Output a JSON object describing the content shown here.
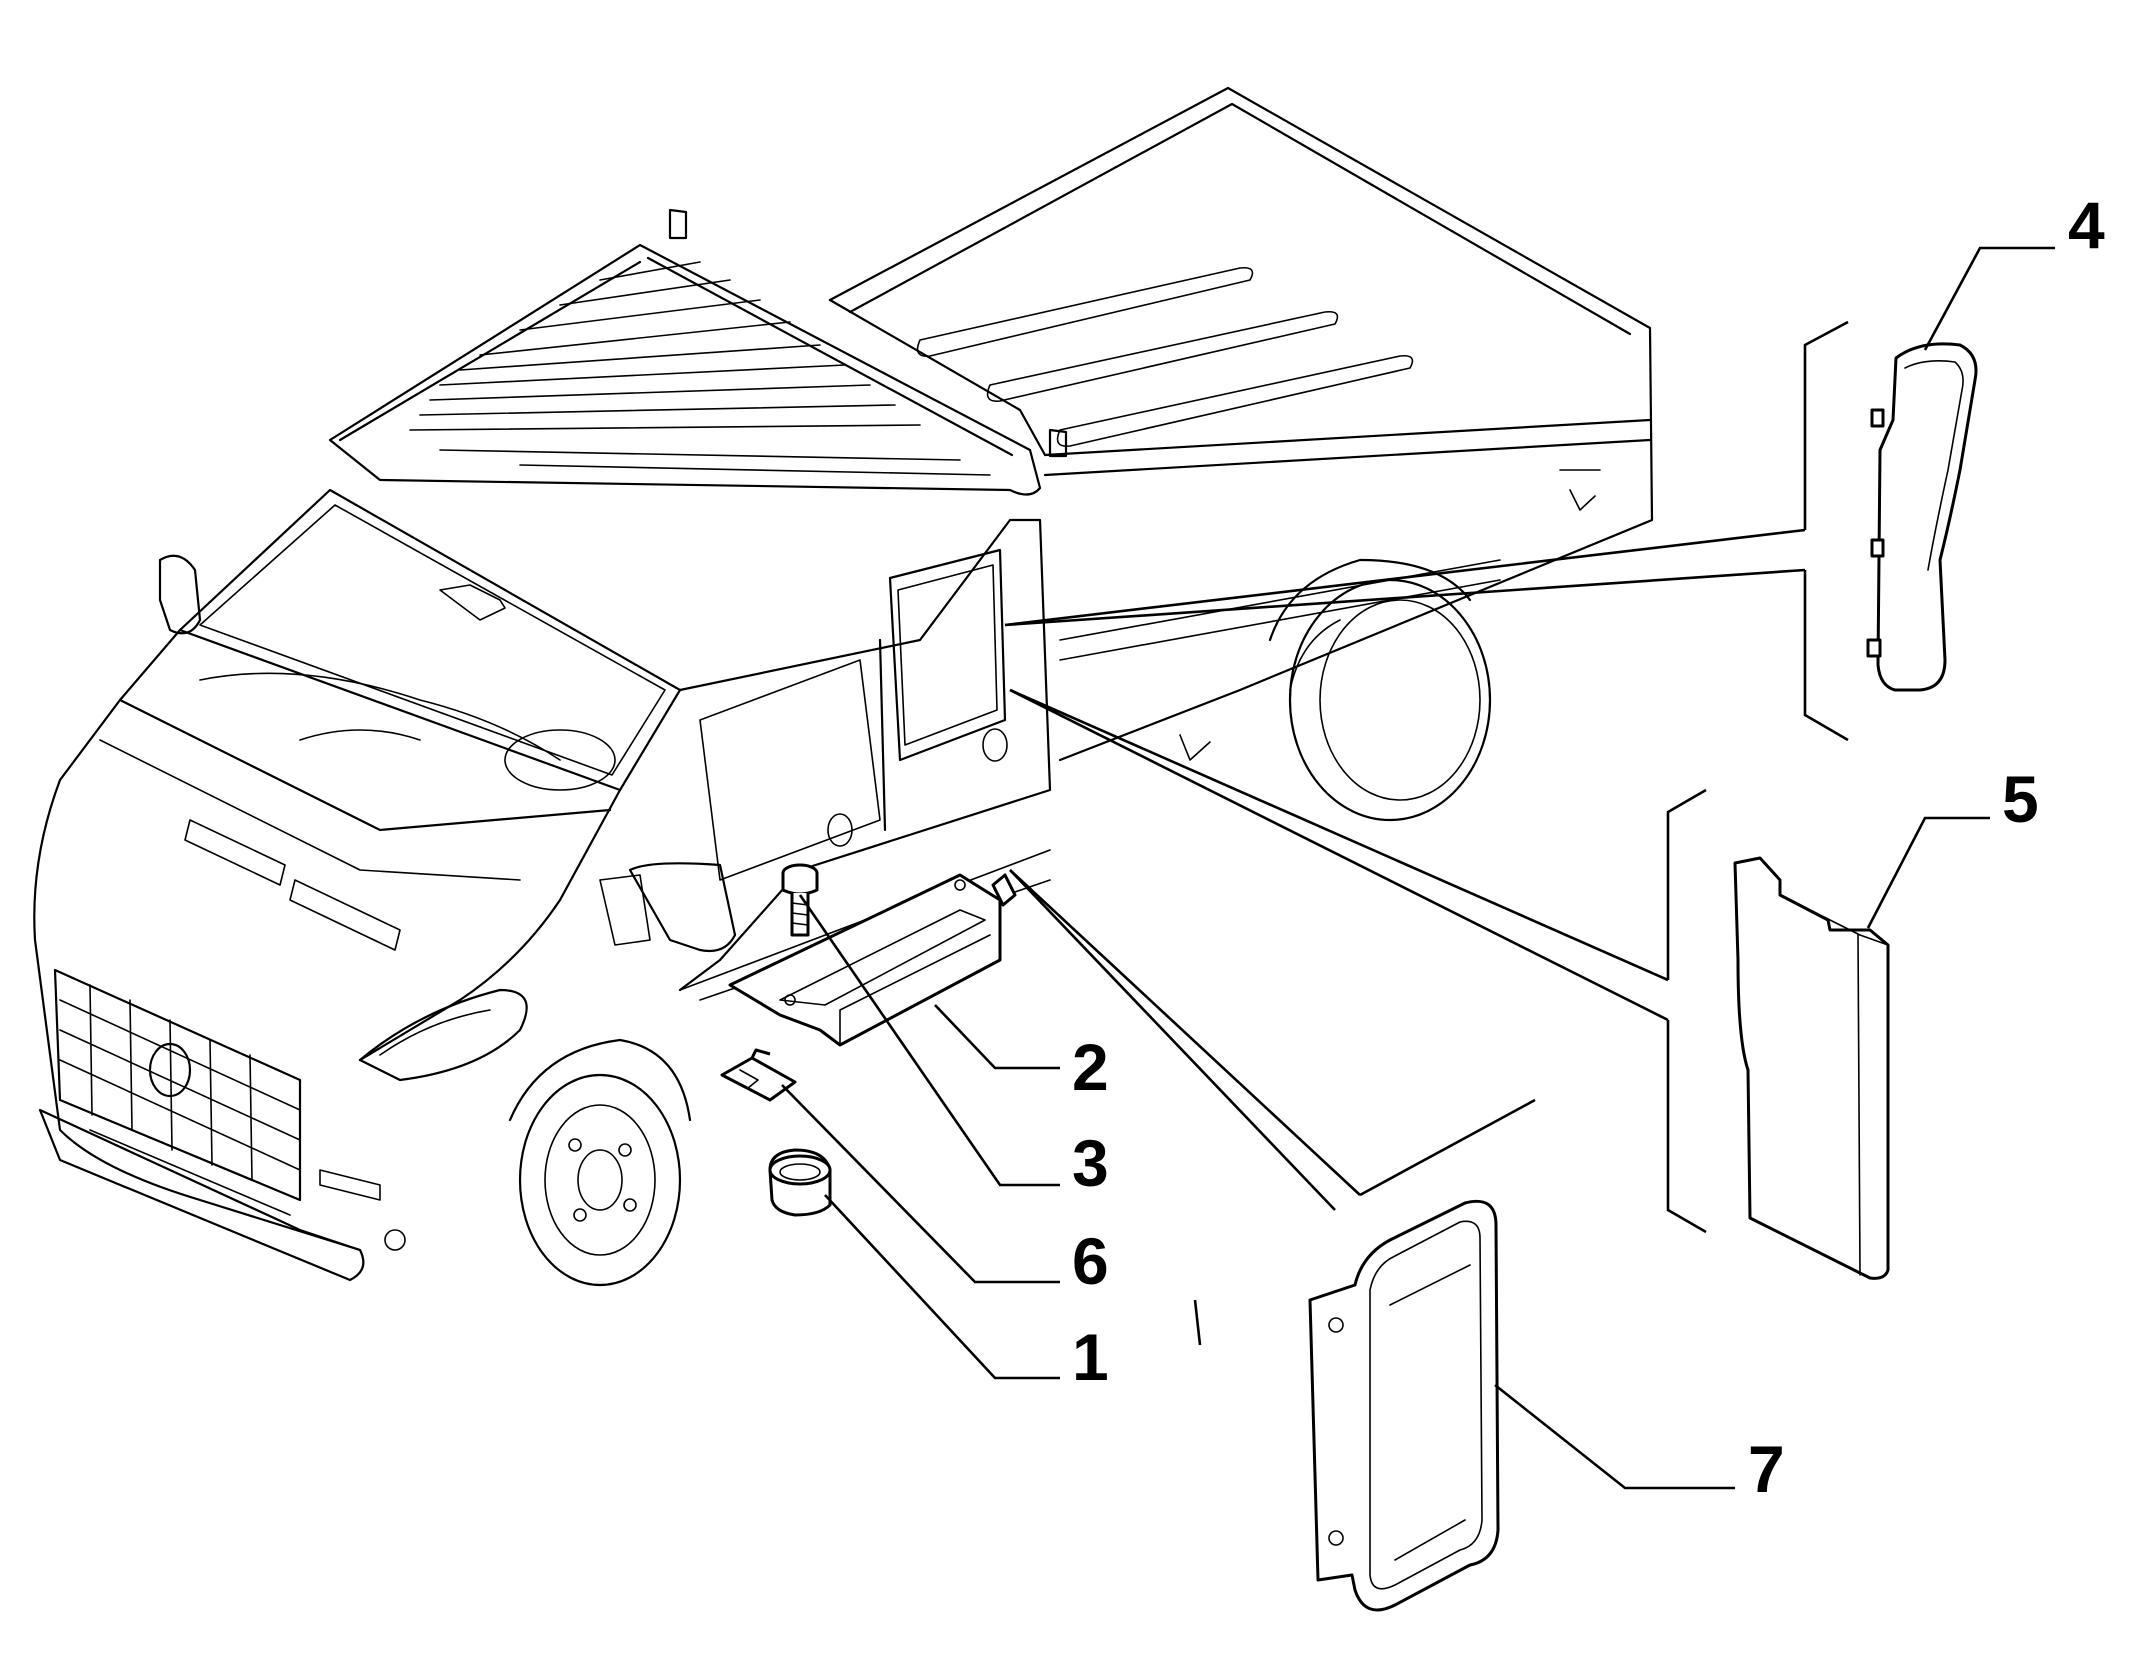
{
  "diagram": {
    "callouts": [
      {
        "id": "callout-1",
        "text": "1"
      },
      {
        "id": "callout-2",
        "text": "2"
      },
      {
        "id": "callout-3",
        "text": "3"
      },
      {
        "id": "callout-4",
        "text": "4"
      },
      {
        "id": "callout-5",
        "text": "5"
      },
      {
        "id": "callout-6",
        "text": "6"
      },
      {
        "id": "callout-7",
        "text": "7"
      }
    ]
  }
}
